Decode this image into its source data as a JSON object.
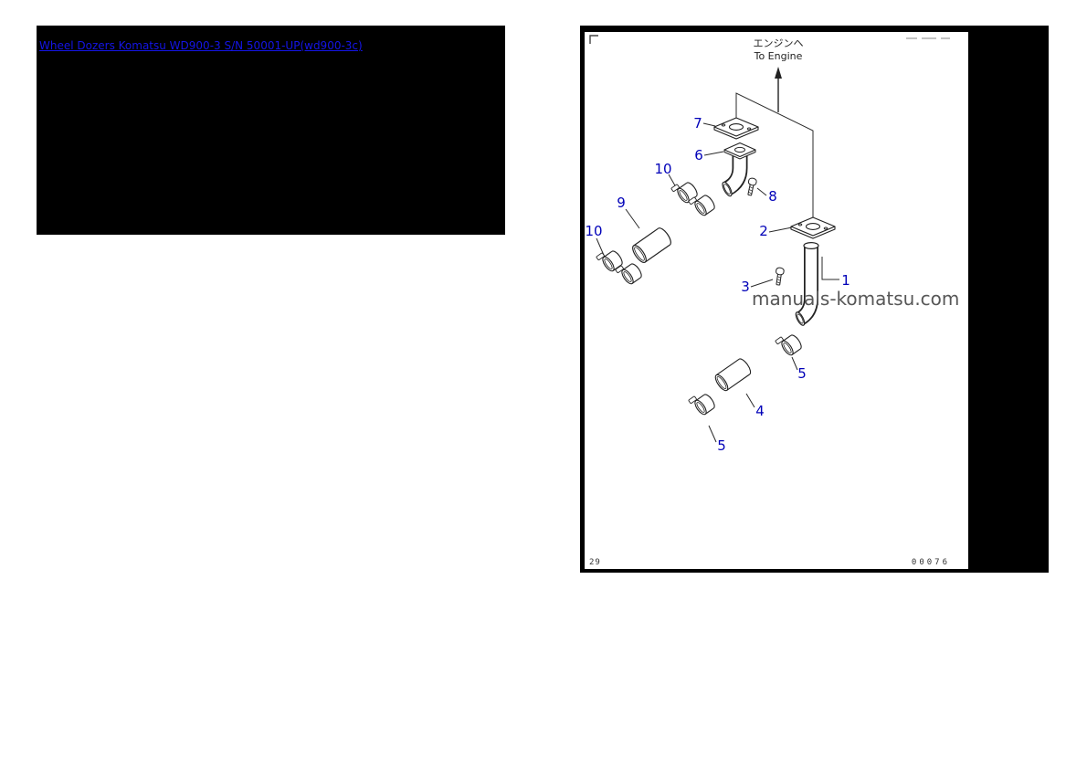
{
  "colors": {
    "link_blue": "#1414e6",
    "callout_blue": "#0000b8",
    "watermark_gray": "#575757"
  },
  "header": {
    "link_title": "Wheel Dozers Komatsu WD900-3 S/N 50001-UP(wd900-3c)"
  },
  "diagram": {
    "to_engine_jp": "エンジンヘ",
    "to_engine_en": "To Engine",
    "watermark": "manuals-komatsu.com",
    "page_number": "29",
    "figure_code": "00076",
    "callouts": [
      "7",
      "6",
      "10",
      "8",
      "9",
      "2",
      "10",
      "3",
      "1",
      "5",
      "4",
      "5"
    ]
  }
}
